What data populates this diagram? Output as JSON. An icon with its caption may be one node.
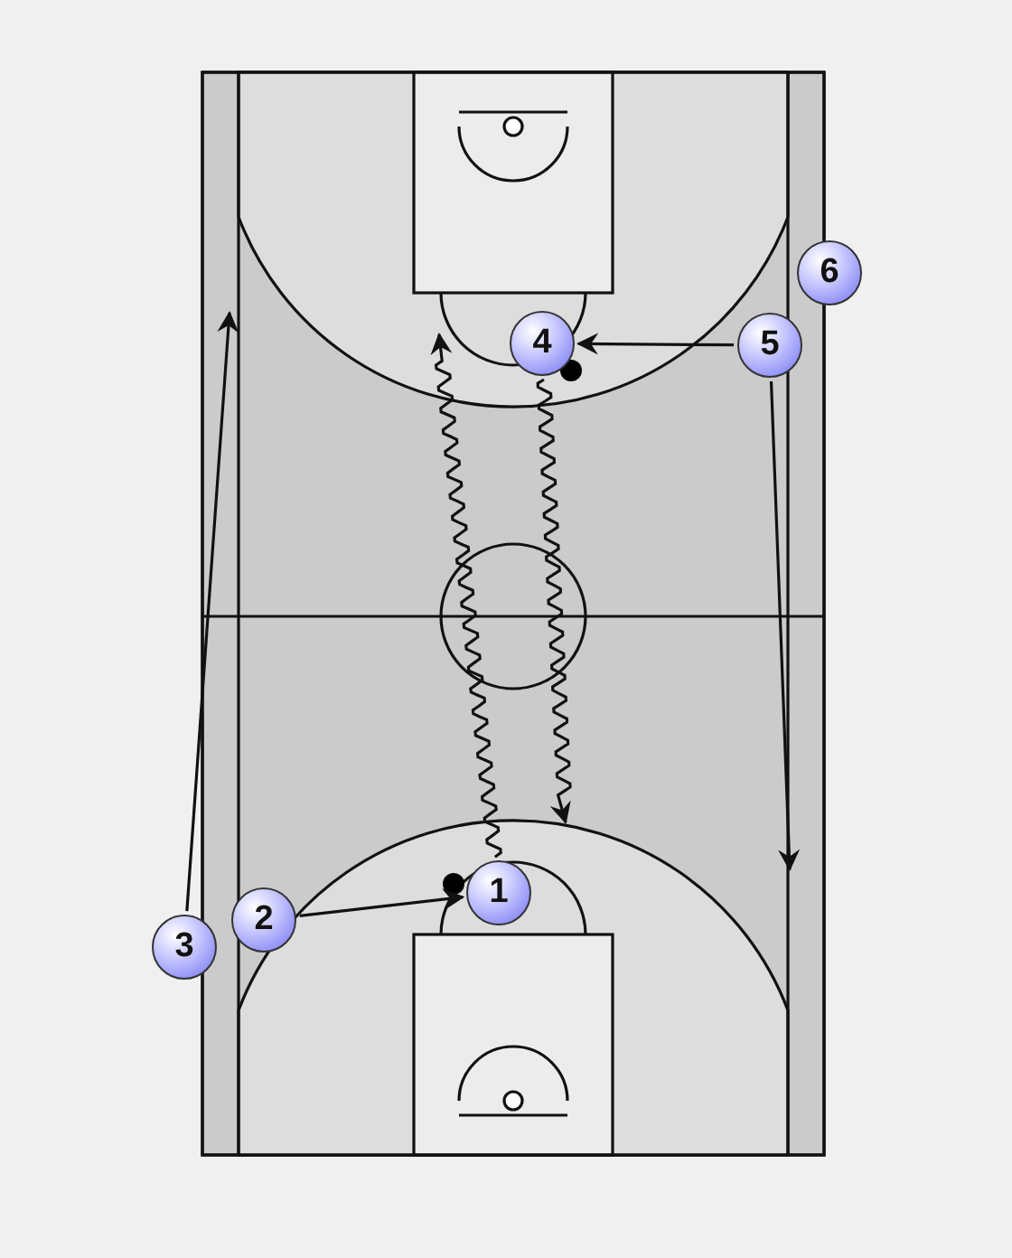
{
  "diagram": {
    "nodes": [
      {
        "text": [
          "1"
        ]
      },
      {
        "text": [
          "2"
        ]
      },
      {
        "text": [
          "3"
        ]
      },
      {
        "text": [
          "4"
        ]
      },
      {
        "text": [
          "5"
        ]
      },
      {
        "text": [
          "6"
        ]
      }
    ],
    "edges": [
      {
        "from": 1,
        "to": 0,
        "arrow": "to"
      },
      {
        "from": 2,
        "to": null,
        "arrow": "to"
      },
      {
        "from": 4,
        "to": 3,
        "arrow": "to"
      },
      {
        "from": 4,
        "to": null,
        "arrow": "to"
      },
      {
        "from": 0,
        "to": null,
        "arrow": "to"
      },
      {
        "from": 3,
        "to": null,
        "arrow": "to"
      }
    ]
  }
}
